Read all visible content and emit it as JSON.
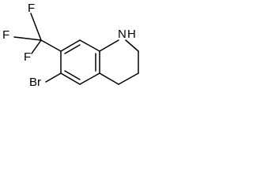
{
  "molecule": {
    "atoms": {
      "amine": "N",
      "amine_hydrogen": "H",
      "bromine": "Br",
      "fluorine_top": "F",
      "fluorine_left": "F",
      "fluorine_bottom": "F"
    }
  }
}
